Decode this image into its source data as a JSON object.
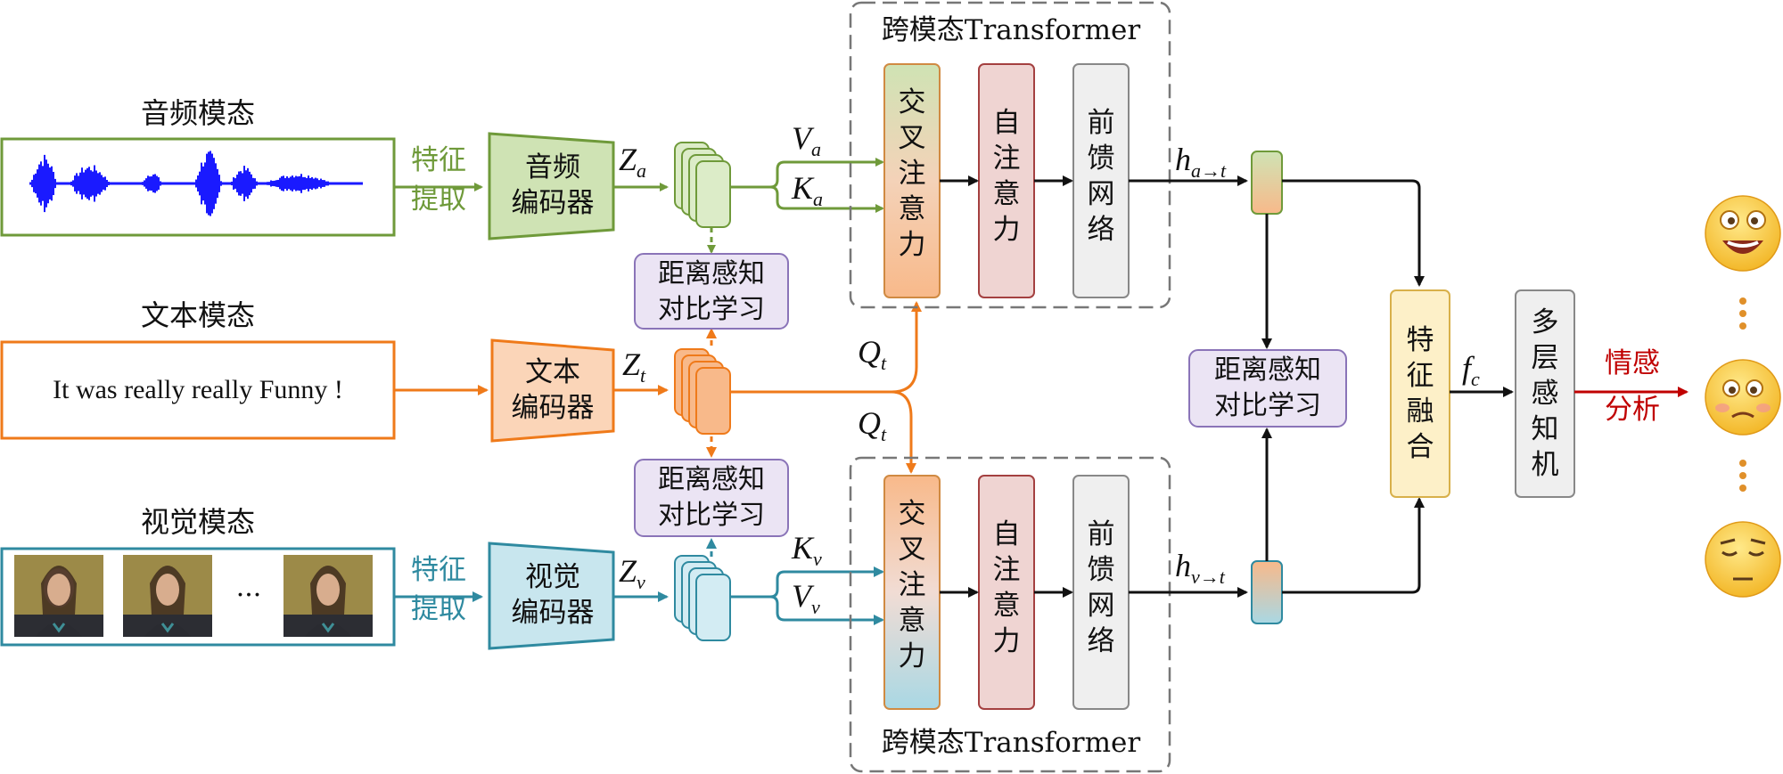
{
  "modalities": {
    "audio": {
      "title": "音频模态",
      "extract": [
        "特征",
        "提取"
      ],
      "encoder": [
        "音频",
        "编码器"
      ],
      "z": "Z",
      "z_sub": "a"
    },
    "text": {
      "title": "文本模态",
      "sentence": "It was really really Funny !",
      "encoder": [
        "文本",
        "编码器"
      ],
      "z": "Z",
      "z_sub": "t"
    },
    "visual": {
      "title": "视觉模态",
      "extract": [
        "特征",
        "提取"
      ],
      "encoder": [
        "视觉",
        "编码器"
      ],
      "z": "Z",
      "z_sub": "v",
      "ellipsis": "···"
    }
  },
  "contrast": {
    "top": [
      "距离感知",
      "对比学习"
    ],
    "bottom": [
      "距离感知",
      "对比学习"
    ],
    "right": [
      "距离感知",
      "对比学习"
    ]
  },
  "transformer": {
    "top_title": "跨模态Transformer",
    "bottom_title": "跨模态Transformer",
    "cross_attn": [
      "交",
      "叉",
      "注",
      "意",
      "力"
    ],
    "self_attn": [
      "自",
      "注",
      "意",
      "力"
    ],
    "ffn": [
      "前",
      "馈",
      "网",
      "络"
    ]
  },
  "labels": {
    "Va": {
      "base": "V",
      "sub": "a"
    },
    "Ka": {
      "base": "K",
      "sub": "a"
    },
    "Qt1": {
      "base": "Q",
      "sub": "t"
    },
    "Qt2": {
      "base": "Q",
      "sub": "t"
    },
    "Kv": {
      "base": "K",
      "sub": "v"
    },
    "Vv": {
      "base": "V",
      "sub": "v"
    },
    "ha": {
      "base": "h",
      "sub": "a→t"
    },
    "hv": {
      "base": "h",
      "sub": "v→t"
    },
    "fc": {
      "base": "f",
      "sub": "c"
    }
  },
  "fusion": [
    "特",
    "征",
    "融",
    "合"
  ],
  "mlp": [
    "多",
    "层",
    "感",
    "知",
    "机"
  ],
  "sentiment": [
    "情感",
    "分析"
  ],
  "colors": {
    "audio": "#6f9a3a",
    "text": "#ef7a1a",
    "visual": "#2f8aa0",
    "waveform": "#1a1aff",
    "emoji": "#f7c531"
  },
  "icons": [
    "waveform-icon",
    "video-frame-icon",
    "happy-emoji-icon",
    "neutral-emoji-icon",
    "sad-emoji-icon"
  ]
}
